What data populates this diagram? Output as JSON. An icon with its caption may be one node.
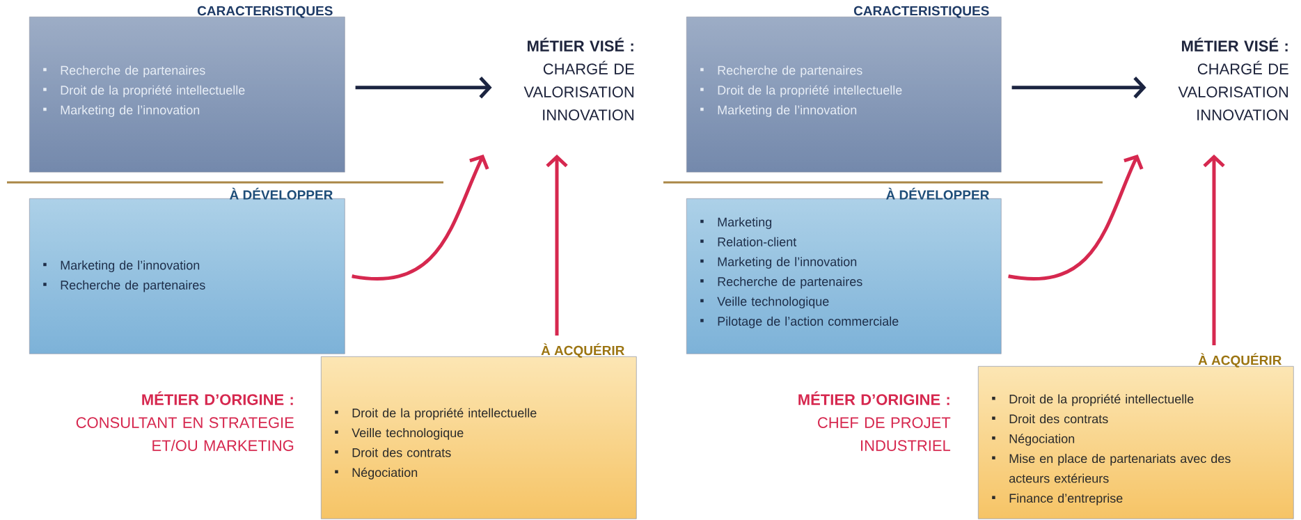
{
  "diagram": {
    "nodes": [
      {
        "text": [
          "CARACTERISTIQUES",
          "Recherche de partenaires",
          "Droit de la propriété intellectuelle",
          "Marketing de l’innovation"
        ]
      },
      {
        "text": [
          "MÉTIER VISÉ :",
          "CHARGÉ DE VALORISATION INNOVATION"
        ]
      },
      {
        "text": [
          "À DÉVELOPPER",
          "Marketing de l’innovation",
          "Recherche de partenaires"
        ]
      },
      {
        "text": [
          "À ACQUÉRIR",
          "Droit de la propriété intellectuelle",
          "Veille technologique",
          "Droit des contrats",
          "Négociation"
        ]
      },
      {
        "text": [
          "CARACTERISTIQUES",
          "Recherche de partenaires",
          "Droit de la propriété intellectuelle",
          "Marketing de l’innovation"
        ]
      },
      {
        "text": [
          "MÉTIER VISÉ :",
          "CHARGÉ DE VALORISATION INNOVATION"
        ]
      },
      {
        "text": [
          "À DÉVELOPPER",
          "Marketing",
          "Relation-client",
          "Marketing de l’innovation",
          "Recherche de partenaires",
          "Veille technologique",
          "Pilotage de l’action commerciale"
        ]
      },
      {
        "text": [
          "À ACQUÉRIR",
          "Droit de la propriété intellectuelle",
          "Droit des contrats",
          "Négociation",
          "Mise en place de partenariats avec des acteurs extérieurs",
          "Finance d’entreprise"
        ]
      }
    ],
    "edges": [
      {
        "from": 0,
        "to": 1,
        "arrow": "to",
        "color": "#1b2440"
      },
      {
        "from": 2,
        "to": 1,
        "arrow": "to"
      },
      {
        "from": 3,
        "to": 1,
        "arrow": "to"
      },
      {
        "from": 4,
        "to": 5,
        "arrow": "to",
        "color": "#1b2440"
      },
      {
        "from": 6,
        "to": 5,
        "arrow": "to"
      },
      {
        "from": 7,
        "to": 5,
        "arrow": "to"
      }
    ],
    "labels": [
      "MÉTIER D’ORIGINE :",
      "CONSULTANT EN STRATEGIE ET/OU MARKETING",
      "MÉTIER D’ORIGINE :",
      "CHEF DE PROJET INDUSTRIEL"
    ]
  }
}
